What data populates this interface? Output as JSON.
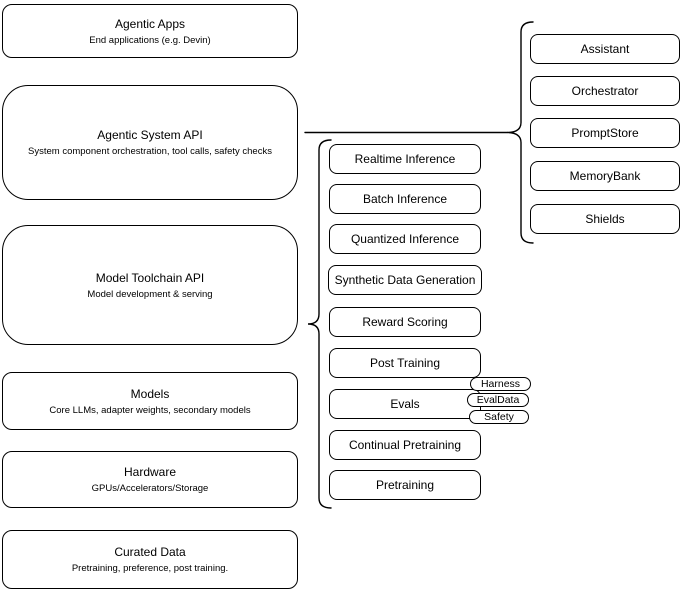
{
  "colors": {
    "stroke": "#000000",
    "node_fill": "#ffffff",
    "background": "#ffffff",
    "text": "#000000"
  },
  "stack": {
    "boxes": [
      {
        "title": "Agentic Apps",
        "subtitle": "End applications (e.g. Devin)"
      },
      {
        "title": "Agentic System API",
        "subtitle": "System component orchestration, tool calls, safety checks"
      },
      {
        "title": "Model Toolchain API",
        "subtitle": "Model development & serving"
      },
      {
        "title": "Models",
        "subtitle": "Core LLMs, adapter weights, secondary models"
      },
      {
        "title": "Hardware",
        "subtitle": "GPUs/Accelerators/Storage"
      },
      {
        "title": "Curated Data",
        "subtitle": "Pretraining, preference, post training."
      }
    ]
  },
  "toolchain_group": {
    "items": [
      "Realtime Inference",
      "Batch Inference",
      "Quantized Inference",
      "Synthetic Data Generation",
      "Reward Scoring",
      "Post Training",
      "Evals",
      "Continual Pretraining",
      "Pretraining"
    ],
    "evals_tags": [
      "Harness",
      "EvalData",
      "Safety"
    ]
  },
  "system_group": {
    "items": [
      "Assistant",
      "Orchestrator",
      "PromptStore",
      "MemoryBank",
      "Shields"
    ]
  }
}
